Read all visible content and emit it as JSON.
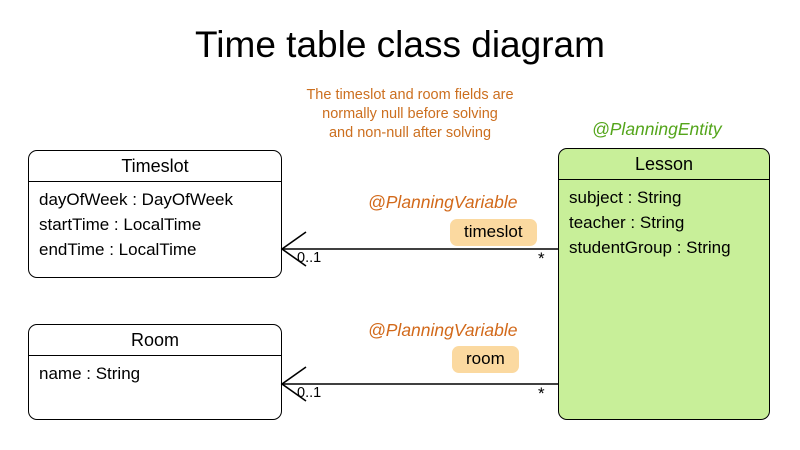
{
  "diagram": {
    "title": "Time table class diagram",
    "type": "uml-class-diagram",
    "colors": {
      "planning_entity_fill": "#c8ef99",
      "planning_entity_text": "#54a51b",
      "planning_variable_text": "#d2691a",
      "role_chip_fill": "#fbd9a0",
      "note_text": "#cc6f1f",
      "line": "#000000",
      "background": "#ffffff"
    }
  },
  "note": {
    "lines": [
      "The timeslot and room fields are",
      "normally null before solving",
      "and non-null after solving"
    ]
  },
  "classes": [
    {
      "id": "timeslot",
      "name": "Timeslot",
      "stereotype": null,
      "attributes": [
        "dayOfWeek : DayOfWeek",
        "startTime : LocalTime",
        "endTime : LocalTime"
      ]
    },
    {
      "id": "room",
      "name": "Room",
      "stereotype": null,
      "attributes": [
        "name : String"
      ]
    },
    {
      "id": "lesson",
      "name": "Lesson",
      "stereotype": "@PlanningEntity",
      "attributes": [
        "subject : String",
        "teacher : String",
        "studentGroup : String"
      ]
    }
  ],
  "associations": [
    {
      "id": "lesson-timeslot",
      "source": "Lesson",
      "target": "Timeslot",
      "stereotype": "@PlanningVariable",
      "role": "timeslot",
      "target_multiplicity": "0..1",
      "source_multiplicity": "*"
    },
    {
      "id": "lesson-room",
      "source": "Lesson",
      "target": "Room",
      "stereotype": "@PlanningVariable",
      "role": "room",
      "target_multiplicity": "0..1",
      "source_multiplicity": "*"
    }
  ]
}
